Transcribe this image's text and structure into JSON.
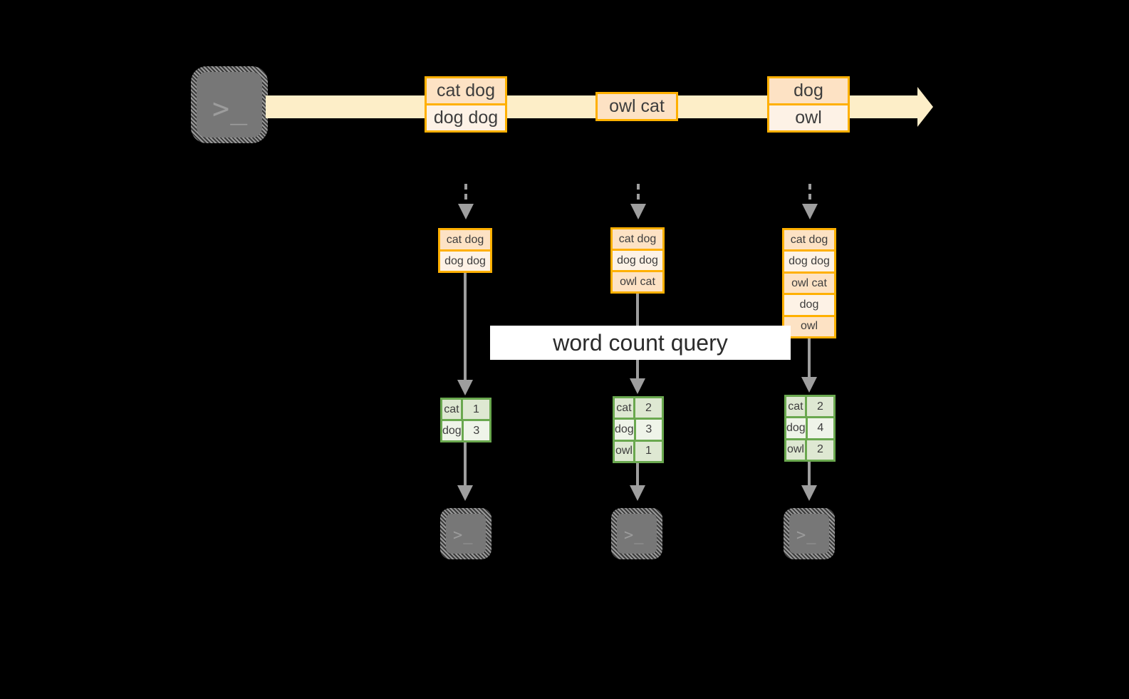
{
  "diagram": {
    "title_label": "word count query",
    "colors": {
      "background": "#000000",
      "event_border": "#ffb000",
      "event_fill_dark": "#fde2c4",
      "event_fill_light": "#fdf2e6",
      "stream_arrow": "#fdeec8",
      "result_border": "#6aa84f",
      "result_fill_dark": "#dee8d2",
      "result_fill_light": "#eff4e9",
      "connector": "#9e9e9e",
      "terminal_fill": "#777777",
      "label_band": "#ffffff"
    },
    "source": {
      "icon": "terminal-prompt-icon",
      "prompt_glyph": ">_"
    },
    "stream": {
      "icon": "right-arrow-icon",
      "events": [
        {
          "name": "event-group-1",
          "lines": [
            "cat dog",
            "dog dog"
          ]
        },
        {
          "name": "event-group-2",
          "lines": [
            "owl cat"
          ]
        },
        {
          "name": "event-group-3",
          "lines": [
            "dog",
            "owl"
          ]
        }
      ]
    },
    "snapshots": [
      {
        "name": "snapshot-1",
        "input_lines": [
          "cat dog",
          "dog dog"
        ],
        "result_header_present": false,
        "results": [
          {
            "word": "cat",
            "count": "1"
          },
          {
            "word": "dog",
            "count": "3"
          }
        ],
        "sink_prompt_glyph": ">_"
      },
      {
        "name": "snapshot-2",
        "input_lines": [
          "cat dog",
          "dog dog",
          "owl cat"
        ],
        "result_header_present": false,
        "results": [
          {
            "word": "cat",
            "count": "2"
          },
          {
            "word": "dog",
            "count": "3"
          },
          {
            "word": "owl",
            "count": "1"
          }
        ],
        "sink_prompt_glyph": ">_"
      },
      {
        "name": "snapshot-3",
        "input_lines": [
          "cat dog",
          "dog dog",
          "owl cat",
          "dog",
          "owl"
        ],
        "result_header_present": false,
        "results": [
          {
            "word": "cat",
            "count": "2"
          },
          {
            "word": "dog",
            "count": "4"
          },
          {
            "word": "owl",
            "count": "2"
          }
        ],
        "sink_prompt_glyph": ">_"
      }
    ]
  }
}
